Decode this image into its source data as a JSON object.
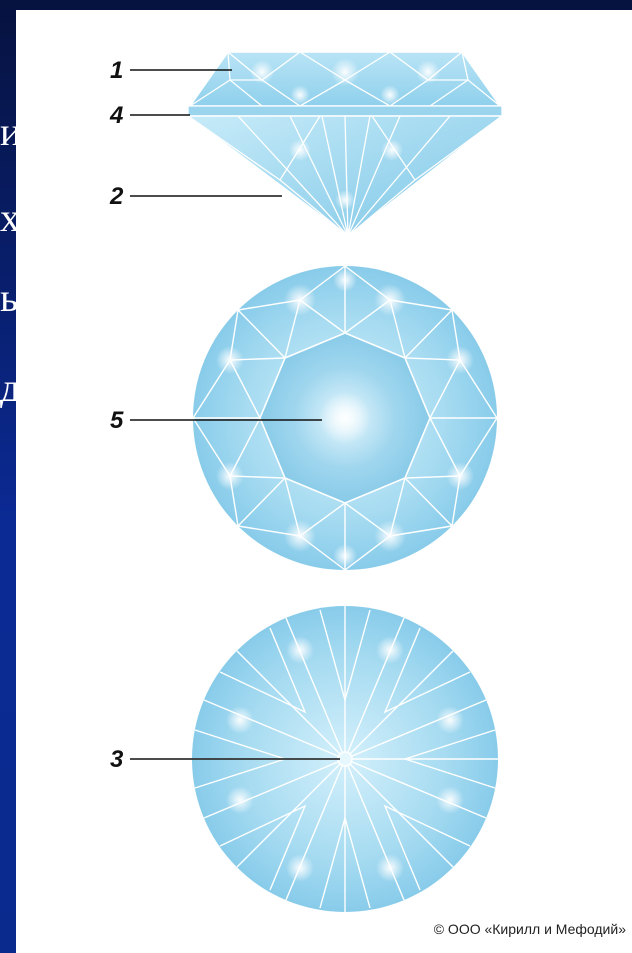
{
  "slide_fragments": [
    "и",
    "х",
    "ь",
    "д"
  ],
  "callouts": {
    "crown": "1",
    "girdle": "4",
    "pavilion": "2",
    "table": "5",
    "culet": "3"
  },
  "copyright": "© ООО «Кирилл и Мефодий»",
  "colors": {
    "background": "#0a2a8e",
    "gem_light": "#d6f1fb",
    "gem_mid": "#9fd6ee",
    "gem_dark": "#6cbfe3",
    "facet_line": "#ffffff"
  }
}
